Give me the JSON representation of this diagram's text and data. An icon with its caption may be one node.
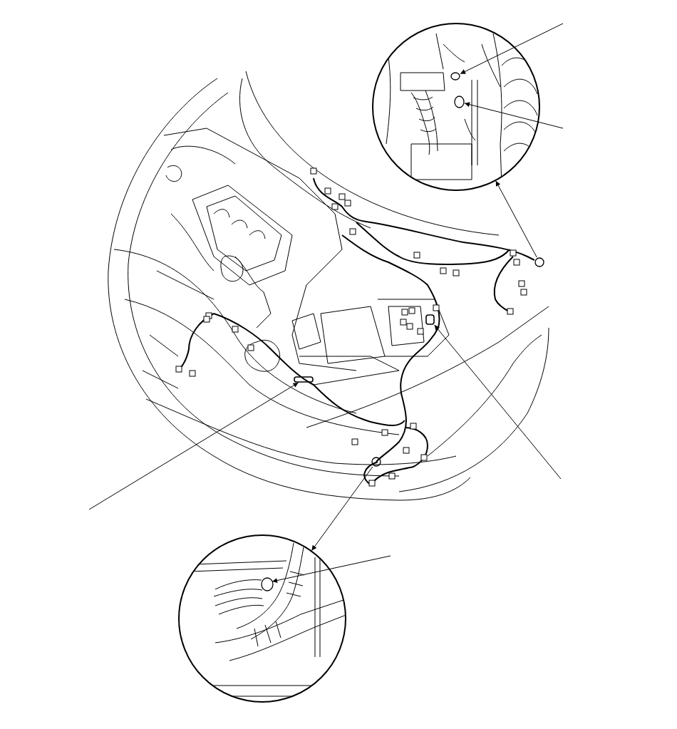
{
  "diagram": {
    "nodes": [
      {
        "text": [],
        "shape": "circle"
      },
      {
        "text": [],
        "shape": "circle"
      },
      {
        "text": [],
        "shape": "circle"
      },
      {
        "text": [],
        "shape": "picture"
      },
      {
        "text": [],
        "shape": "circle",
        "in": 3
      },
      {
        "text": [],
        "shape": "bar",
        "in": 3
      },
      {
        "text": [],
        "shape": "bar",
        "in": 3
      },
      {
        "text": [],
        "shape": "circle",
        "in": 3
      },
      {
        "text": [],
        "shape": "circle"
      },
      {
        "text": [],
        "shape": "circle",
        "in": 8
      }
    ],
    "edges": [
      {
        "from": null,
        "to": 1,
        "arrow": "to"
      },
      {
        "from": null,
        "to": 2,
        "arrow": "to"
      },
      {
        "from": 4,
        "to": 0,
        "arrow": "to"
      },
      {
        "from": null,
        "to": 6,
        "arrow": "to"
      },
      {
        "from": null,
        "to": 5,
        "arrow": "to"
      },
      {
        "from": 7,
        "to": 8,
        "arrow": "to"
      },
      {
        "from": null,
        "to": 9,
        "arrow": "to"
      }
    ]
  }
}
